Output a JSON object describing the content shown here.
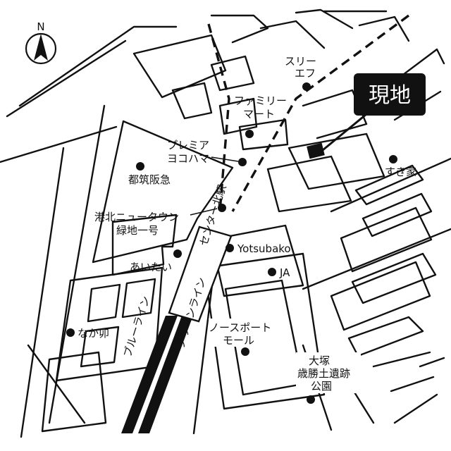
{
  "north_label": "N",
  "current_location": {
    "label": "現地",
    "colors": {
      "bg": "#111111",
      "fg": "#ffffff"
    }
  },
  "station": {
    "name": "センター北駅"
  },
  "lines": {
    "blue": "ブルーライン",
    "green": "グリーンライン"
  },
  "places": [
    {
      "id": "three-f",
      "label_lines": [
        "スリー",
        "エフ"
      ]
    },
    {
      "id": "familymart",
      "label_lines": [
        "ファミリー",
        "マート"
      ]
    },
    {
      "id": "premia",
      "label_lines": [
        "プレミア",
        "ヨコハマ"
      ]
    },
    {
      "id": "tsuzuki-hankyu",
      "label_lines": [
        "都筑阪急"
      ]
    },
    {
      "id": "sukiya",
      "label_lines": [
        "すき家"
      ]
    },
    {
      "id": "kohoku-newtown",
      "label_lines": [
        "港北ニュータウン",
        "緑地一号"
      ]
    },
    {
      "id": "aitai",
      "label_lines": [
        "あいたい"
      ]
    },
    {
      "id": "yotsubako",
      "label_lines": [
        "Yotsubako"
      ]
    },
    {
      "id": "ja",
      "label_lines": [
        "JA"
      ]
    },
    {
      "id": "northport",
      "label_lines": [
        "ノースポート",
        "モール"
      ]
    },
    {
      "id": "nakau",
      "label_lines": [
        "なか卯"
      ]
    },
    {
      "id": "otsuka-park",
      "label_lines": [
        "大塚",
        "歳勝土遺跡",
        "公園"
      ]
    }
  ]
}
